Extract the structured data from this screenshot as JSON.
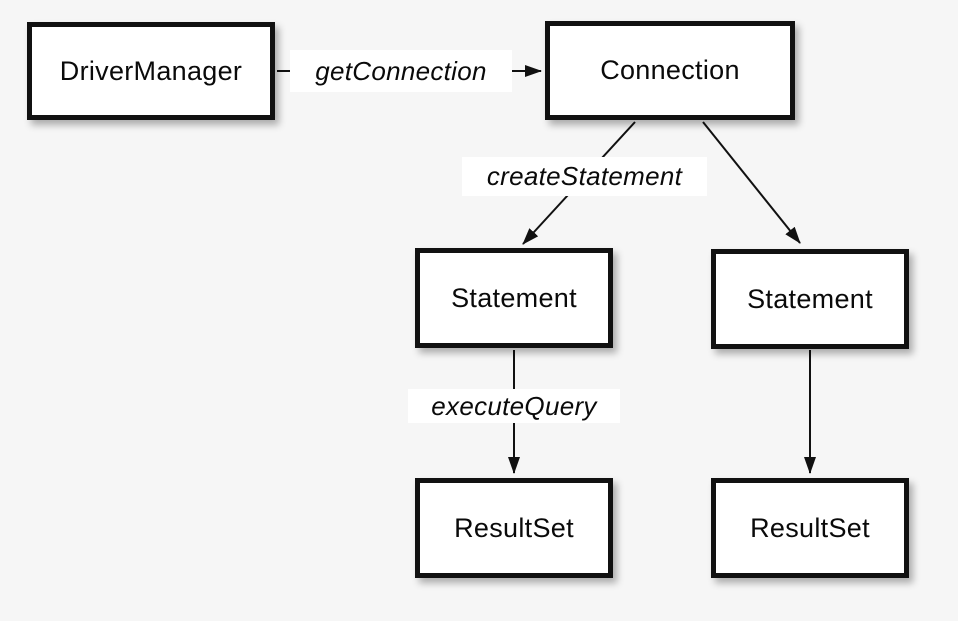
{
  "diagram": {
    "title_hint": "JDBC object flow diagram",
    "nodes": {
      "driver_manager": {
        "label": "DriverManager"
      },
      "connection": {
        "label": "Connection"
      },
      "statement_left": {
        "label": "Statement"
      },
      "statement_right": {
        "label": "Statement"
      },
      "resultset_left": {
        "label": "ResultSet"
      },
      "resultset_right": {
        "label": "ResultSet"
      }
    },
    "edges": {
      "get_connection": {
        "label": "getConnection",
        "from": "DriverManager",
        "to": "Connection"
      },
      "create_statement": {
        "label": "createStatement",
        "from": "Connection",
        "to": "Statement (left)"
      },
      "connection_to_statement_right": {
        "label": "",
        "from": "Connection",
        "to": "Statement (right)"
      },
      "execute_query": {
        "label": "executeQuery",
        "from": "Statement (left)",
        "to": "ResultSet (left)"
      },
      "statement_right_to_resultset_right": {
        "label": "",
        "from": "Statement (right)",
        "to": "ResultSet (right)"
      }
    },
    "colors": {
      "background": "#f6f6f6",
      "node_fill": "#ffffff",
      "node_border": "#111111",
      "line": "#111111",
      "label_background": "#ffffff",
      "text": "#0a0a0a"
    }
  }
}
